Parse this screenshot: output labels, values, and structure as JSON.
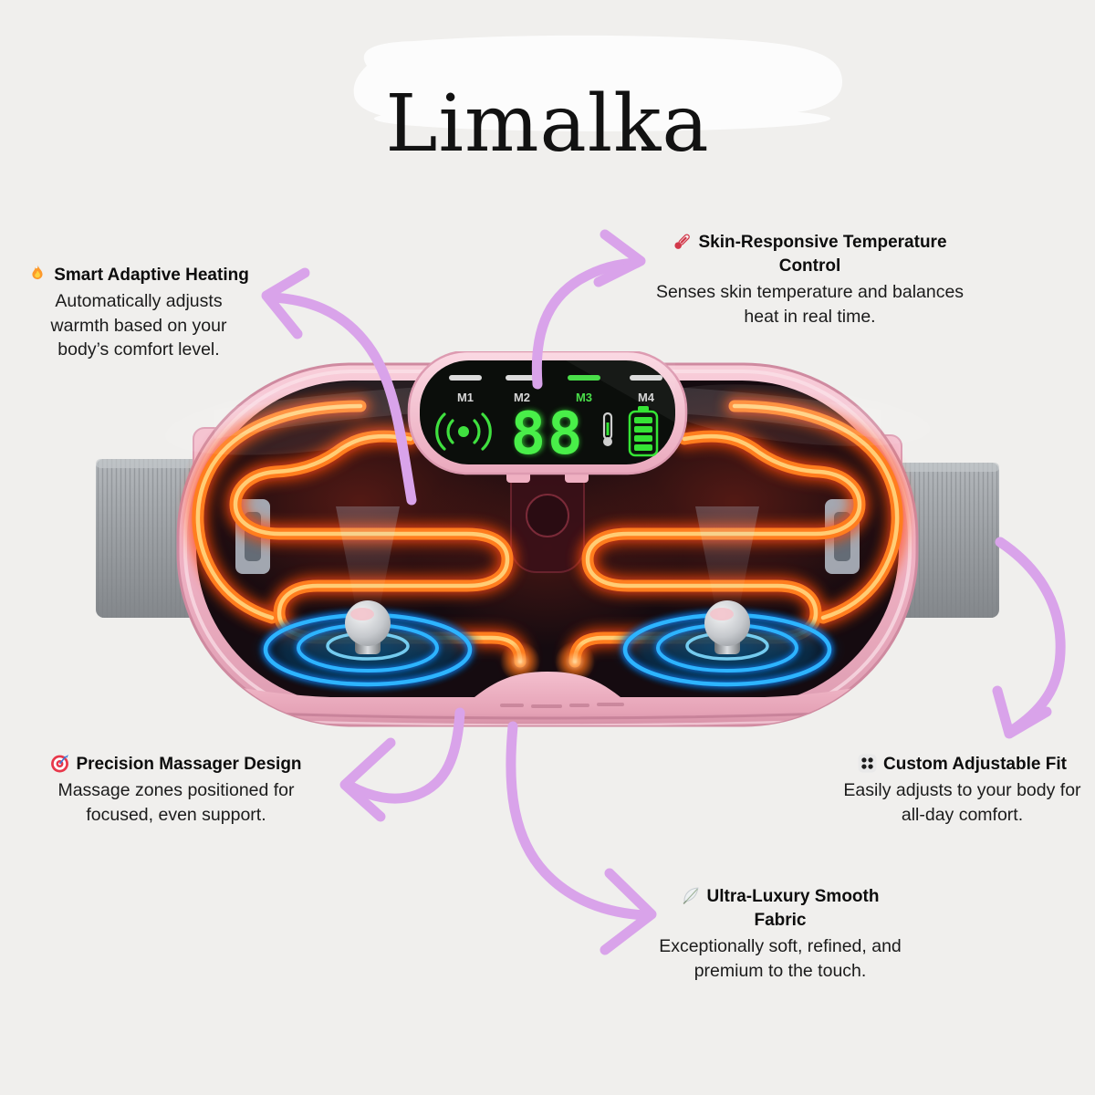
{
  "page": {
    "background_color": "#f0efed",
    "arrow_color": "#d9a3ea",
    "highlight_color": "#fcfcfc"
  },
  "brand": {
    "title": "Limalka"
  },
  "features": {
    "heating": {
      "icon": "fire-icon",
      "title": "Smart Adaptive Heating",
      "body": "Automatically adjusts warmth based on your body’s comfort level."
    },
    "temperature": {
      "icon": "thermometer-icon",
      "title": "Skin-Responsive Temperature Control",
      "body": "Senses skin temperature and balances heat in real time."
    },
    "massager": {
      "icon": "target-icon",
      "title": "Precision Massager Design",
      "body": "Massage zones positioned for focused, even support."
    },
    "fit": {
      "icon": "four-dots-icon",
      "title": "Custom Adjustable Fit",
      "body": "Easily adjusts to your body for all-day comfort."
    },
    "fabric": {
      "icon": "feather-icon",
      "title": "Ultra-Luxury Smooth Fabric",
      "body": "Exceptionally soft, refined, and premium to the touch."
    }
  },
  "device": {
    "description": "pink heated massage belt with gray straps, glowing orange heating coils and blue vibration massage zones",
    "display": {
      "modes": [
        "M1",
        "M2",
        "M3",
        "M4"
      ],
      "active_mode": "M3",
      "value": "88",
      "status_icons": [
        "vibration-wave-icon",
        "thermometer-status-icon",
        "battery-icon"
      ],
      "led_color": "#35e435",
      "screen_color": "#0b0e0b"
    },
    "colors": {
      "body_pink": "#f2b9c9",
      "coil_orange": "#ff7d1e",
      "massage_blue": "#1ea8ff",
      "strap_gray": "#9b9fa3"
    }
  }
}
